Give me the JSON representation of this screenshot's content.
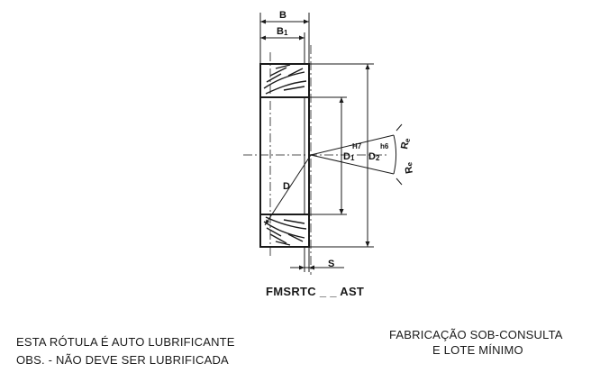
{
  "drawing": {
    "dimensions": {
      "b": "B",
      "b1": "B",
      "b1_sub": "1",
      "d": "D",
      "d1": "D",
      "d1_sub": "1",
      "d1_tol": "H7",
      "d2": "D",
      "d2_sub": "2",
      "d2_tol": "h6",
      "r_upper": "R",
      "r_upper_sub": "e",
      "r_lower": "R",
      "r_lower_sub": "e",
      "s": "S"
    }
  },
  "model_code": "FMSRTC _ _ AST",
  "notes": {
    "line1": "ESTA RÓTULA É AUTO LUBRIFICANTE",
    "line2": "OBS. - NÃO DEVE SER LUBRIFICADA"
  },
  "fabrication": {
    "line1": "FABRICAÇÃO SOB-CONSULTA",
    "line2": "E LOTE MÍNIMO"
  }
}
